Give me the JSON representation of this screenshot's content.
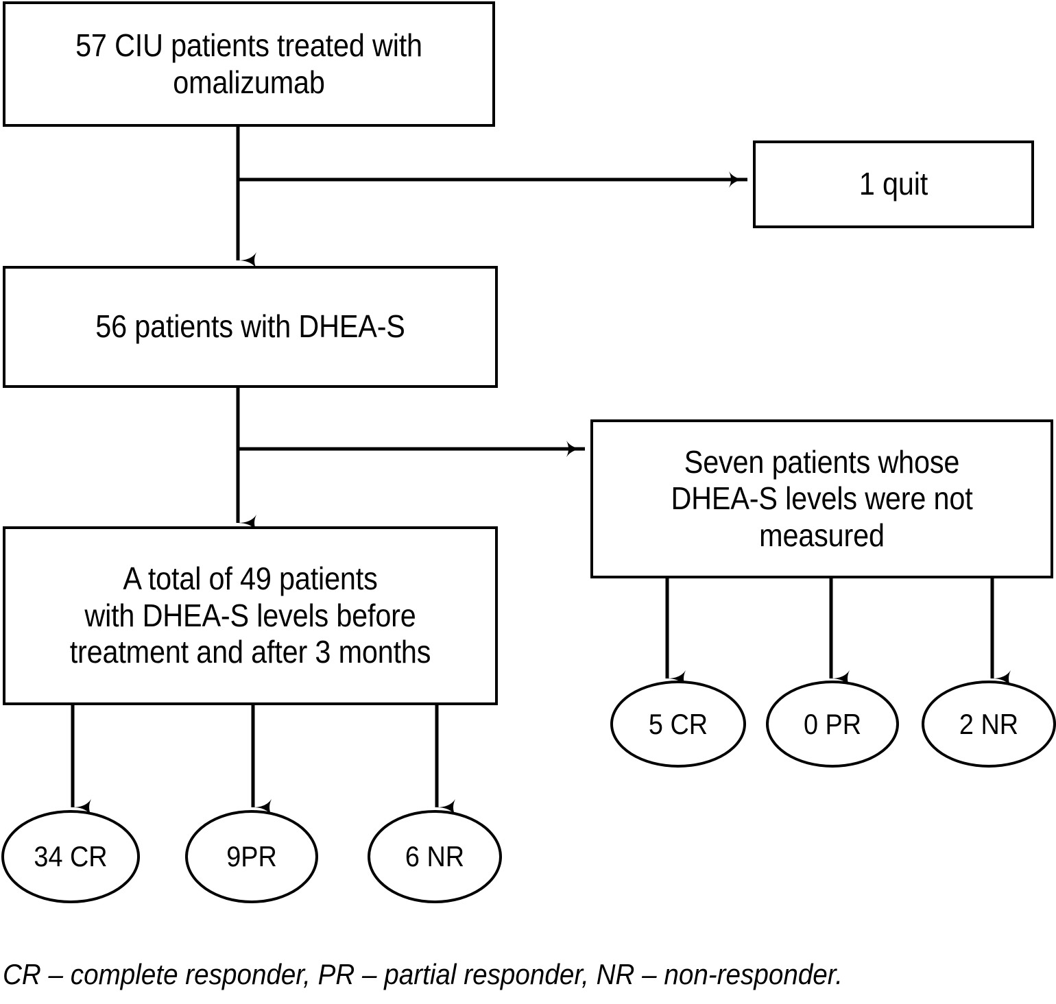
{
  "diagram": {
    "title": "CONSORT-style patient flow diagram for CIU patients treated with omalizumab",
    "stroke_color": "#000000",
    "background_color": "#ffffff",
    "nodes": {
      "omalizumab": {
        "text": "57 CIU patients treated with\nomalizumab",
        "shape": "rectangle"
      },
      "quit": {
        "text": "1 quit",
        "shape": "rectangle"
      },
      "dheas56": {
        "text": "56 patients with DHEA-S",
        "shape": "rectangle"
      },
      "notmeasured": {
        "text": "Seven patients whose\nDHEA-S levels were not\nmeasured",
        "shape": "rectangle"
      },
      "total49": {
        "text": "A total of 49 patients\nwith DHEA-S levels before\ntreatment and after 3 months",
        "shape": "rectangle"
      },
      "cr34": {
        "text": "34 CR",
        "shape": "ellipse"
      },
      "pr9": {
        "text": "9PR",
        "shape": "ellipse"
      },
      "nr6": {
        "text": "6 NR",
        "shape": "ellipse"
      },
      "cr5": {
        "text": "5 CR",
        "shape": "ellipse"
      },
      "pr0": {
        "text": "0 PR",
        "shape": "ellipse"
      },
      "nr2": {
        "text": "2 NR",
        "shape": "ellipse"
      }
    },
    "legend": "CR – complete responder, PR – partial responder, NR – non-responder."
  }
}
